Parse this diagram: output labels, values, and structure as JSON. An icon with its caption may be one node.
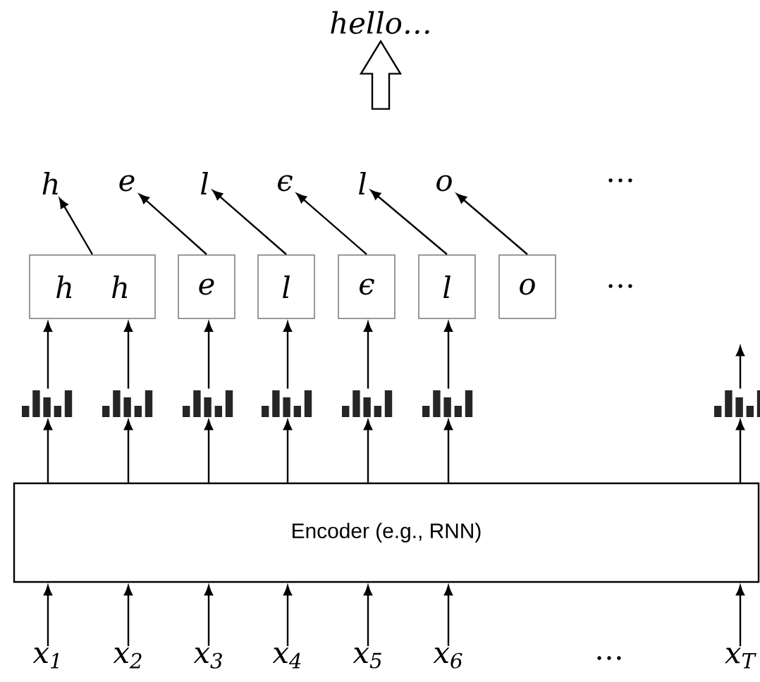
{
  "diagram": {
    "nodes": [
      {
        "text": [
          "hello…"
        ]
      },
      {
        "text": [
          "h"
        ]
      },
      {
        "text": [
          "e"
        ]
      },
      {
        "text": [
          "l"
        ]
      },
      {
        "text": [
          "ϵ"
        ]
      },
      {
        "text": [
          "l"
        ]
      },
      {
        "text": [
          "o"
        ]
      },
      {
        "text": [
          "h",
          "h"
        ]
      },
      {
        "text": [
          "e"
        ]
      },
      {
        "text": [
          "l"
        ]
      },
      {
        "text": [
          "ϵ"
        ]
      },
      {
        "text": [
          "l"
        ]
      },
      {
        "text": [
          "o"
        ]
      },
      {
        "text": [],
        "shape": "picture"
      },
      {
        "text": [],
        "shape": "picture"
      },
      {
        "text": [],
        "shape": "picture"
      },
      {
        "text": [],
        "shape": "picture"
      },
      {
        "text": [],
        "shape": "picture"
      },
      {
        "text": [],
        "shape": "picture"
      },
      {
        "text": [],
        "shape": "picture"
      },
      {
        "text": [
          "Encoder (e.g., RNN)"
        ]
      },
      {
        "text": [
          "x$_{1}$"
        ]
      },
      {
        "text": [
          "x$_{2}$"
        ]
      },
      {
        "text": [
          "x$_{3}$"
        ]
      },
      {
        "text": [
          "x$_{4}$"
        ]
      },
      {
        "text": [
          "x$_{5}$"
        ]
      },
      {
        "text": [
          "x$_{6}$"
        ]
      },
      {
        "text": [
          "x$_{T}$"
        ]
      }
    ],
    "edges": [
      {
        "from": 7,
        "to": 1,
        "arrow": "to"
      },
      {
        "from": 8,
        "to": 2,
        "arrow": "to"
      },
      {
        "from": 9,
        "to": 3,
        "arrow": "to"
      },
      {
        "from": 10,
        "to": 4,
        "arrow": "to"
      },
      {
        "from": 11,
        "to": 5,
        "arrow": "to"
      },
      {
        "from": 12,
        "to": 6,
        "arrow": "to"
      },
      {
        "from": 13,
        "to": 7,
        "arrow": "to"
      },
      {
        "from": 14,
        "to": 7,
        "arrow": "to"
      },
      {
        "from": 15,
        "to": 8,
        "arrow": "to"
      },
      {
        "from": 16,
        "to": 9,
        "arrow": "to"
      },
      {
        "from": 17,
        "to": 10,
        "arrow": "to"
      },
      {
        "from": 18,
        "to": 11,
        "arrow": "to"
      },
      {
        "from": 19,
        "to": null,
        "arrow": "to"
      },
      {
        "from": 20,
        "to": 13,
        "arrow": "to"
      },
      {
        "from": 20,
        "to": 14,
        "arrow": "to"
      },
      {
        "from": 20,
        "to": 15,
        "arrow": "to"
      },
      {
        "from": 20,
        "to": 16,
        "arrow": "to"
      },
      {
        "from": 20,
        "to": 17,
        "arrow": "to"
      },
      {
        "from": 20,
        "to": 18,
        "arrow": "to"
      },
      {
        "from": 20,
        "to": 19,
        "arrow": "to"
      },
      {
        "from": 21,
        "to": 20,
        "arrow": "to"
      },
      {
        "from": 22,
        "to": 20,
        "arrow": "to"
      },
      {
        "from": 23,
        "to": 20,
        "arrow": "to"
      },
      {
        "from": 24,
        "to": 20,
        "arrow": "to"
      },
      {
        "from": 25,
        "to": 20,
        "arrow": "to"
      },
      {
        "from": 26,
        "to": 20,
        "arrow": "to"
      },
      {
        "from": 27,
        "to": 20,
        "arrow": "to"
      },
      {
        "from": null,
        "to": 0,
        "arrow": "to",
        "style": "thick"
      }
    ],
    "labels": [
      "…",
      "…",
      "…"
    ]
  }
}
